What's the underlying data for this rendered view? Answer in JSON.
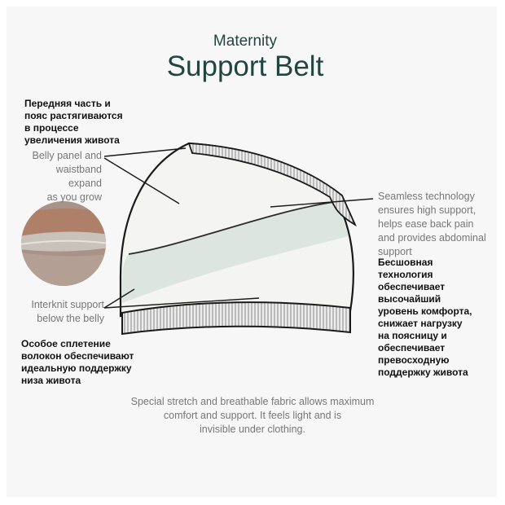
{
  "title": {
    "line1": "Maternity",
    "line2": "Support Belt"
  },
  "callouts": {
    "belly_panel_ru": "Передняя часть и\nпояс растягиваются\nв процессе\nувеличения живота",
    "belly_panel_en": "Belly panel and\nwaistband expand\nas you grow",
    "seamless_en": "Seamless technology\nensures high support,\nhelps ease back pain\nand provides abdominal\nsupport",
    "seamless_ru": "Бесшовная\nтехнология\nобеспечивает\nвысочайший\nуровень комфорта,\nснижает нагрузку\nна поясницу и\nобеспечивает\nпревосходную\nподдержку живота",
    "interknit_en": "Interknit support\nbelow the belly",
    "interknit_ru": "Особое сплетение\nволокон обеспечивают\nидеальную поддержку\nниза живота"
  },
  "footer": "Special stretch and breathable fabric allows maximum\ncomfort and support. It feels light and is\ninvisible under clothing.",
  "colors": {
    "title": "#23453f",
    "belt_fill": "#dfe6e2",
    "outline": "#1a1a1a",
    "ribbing": "#e9ecea",
    "en_text": "#777777",
    "ru_text": "#111111"
  }
}
